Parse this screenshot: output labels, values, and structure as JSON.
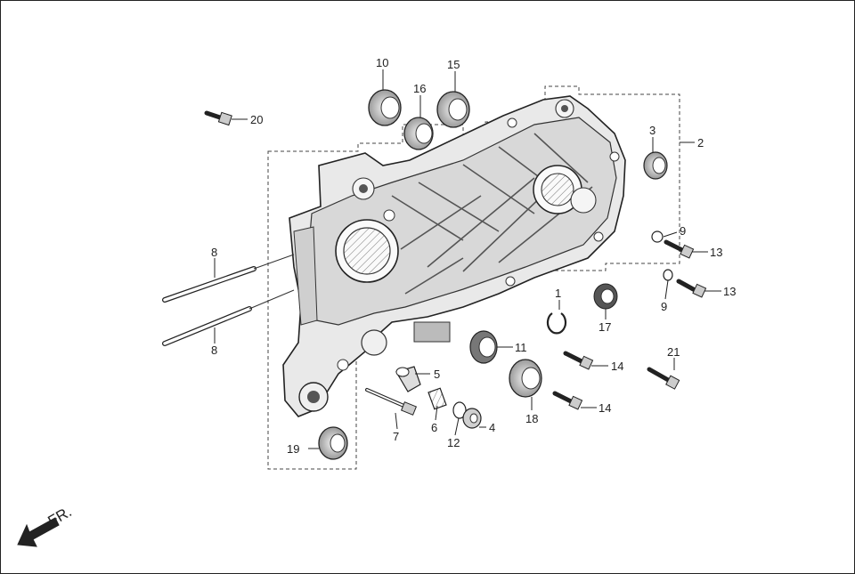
{
  "diagram": {
    "callouts": {
      "c1": "1",
      "c2": "2",
      "c3": "3",
      "c4": "4",
      "c5": "5",
      "c6": "6",
      "c7": "7",
      "c8a": "8",
      "c8b": "8",
      "c9a": "9",
      "c9b": "9",
      "c10": "10",
      "c11": "11",
      "c12": "12",
      "c13a": "13",
      "c13b": "13",
      "c14a": "14",
      "c14b": "14",
      "c15": "15",
      "c16": "16",
      "c17": "17",
      "c18": "18",
      "c19": "19",
      "c20": "20",
      "c21": "21"
    },
    "front_indicator": "FR."
  }
}
